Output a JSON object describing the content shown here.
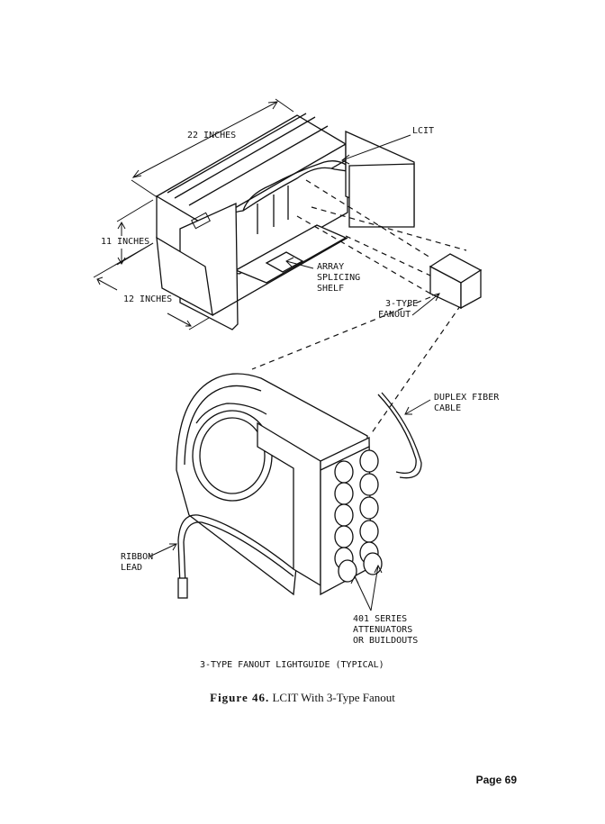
{
  "figure": {
    "labels": {
      "dim_width": "22 INCHES",
      "dim_height": "11 INCHES",
      "dim_depth": "12 INCHES",
      "lcit": "LCIT",
      "array_line1": "ARRAY",
      "array_line2": "SPLICING",
      "array_line3": "SHELF",
      "fanout_line1": "3-TYPE",
      "fanout_line2": "FANOUT",
      "duplex_line1": "DUPLEX FIBER",
      "duplex_line2": "CABLE",
      "ribbon_line1": "RIBBON",
      "ribbon_line2": "LEAD",
      "series_line1": "401 SERIES",
      "series_line2": "ATTENUATORS",
      "series_line3": "OR BUILDOUTS",
      "subtitle": "3-TYPE FANOUT LIGHTGUIDE (TYPICAL)"
    }
  },
  "caption": {
    "figure_number": "Figure 46.",
    "text": "LCIT With 3-Type Fanout"
  },
  "page_number": "Page 69"
}
